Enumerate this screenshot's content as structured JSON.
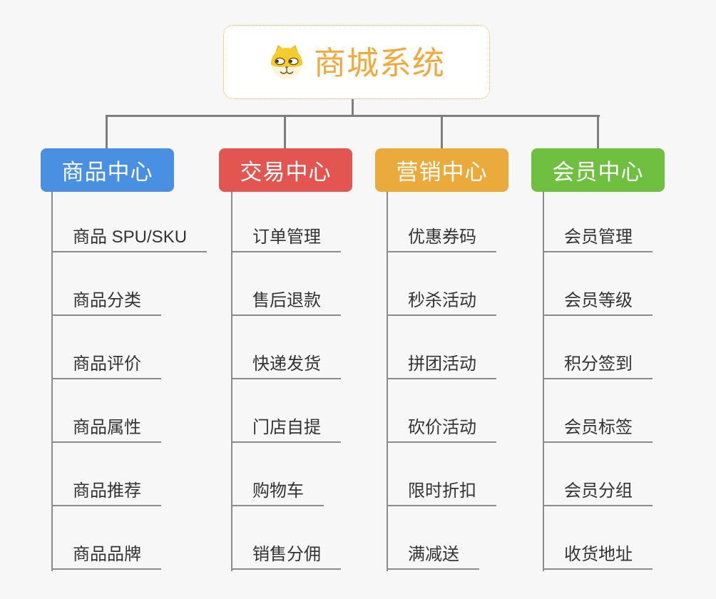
{
  "root": {
    "title": "商城系统",
    "icon": "dog-face-icon",
    "accent_color": "#EFA93D",
    "border_color": "#F1AC46"
  },
  "branches": [
    {
      "label": "商品中心",
      "color": "#4A90E2",
      "items": [
        "商品 SPU/SKU",
        "商品分类",
        "商品评价",
        "商品属性",
        "商品推荐",
        "商品品牌"
      ]
    },
    {
      "label": "交易中心",
      "color": "#E25551",
      "items": [
        "订单管理",
        "售后退款",
        "快递发货",
        "门店自提",
        "购物车",
        "销售分佣"
      ]
    },
    {
      "label": "营销中心",
      "color": "#EBAA3C",
      "items": [
        "优惠券码",
        "秒杀活动",
        "拼团活动",
        "砍价活动",
        "限时折扣",
        "满减送"
      ]
    },
    {
      "label": "会员中心",
      "color": "#6FC041",
      "items": [
        "会员管理",
        "会员等级",
        "积分签到",
        "会员标签",
        "会员分组",
        "收货地址"
      ]
    }
  ],
  "colors": {
    "background": "#F7F7F7",
    "tree_connector": "#7E7E7E",
    "leaf_connector": "#8B8B8B",
    "leaf_text": "#333333"
  }
}
